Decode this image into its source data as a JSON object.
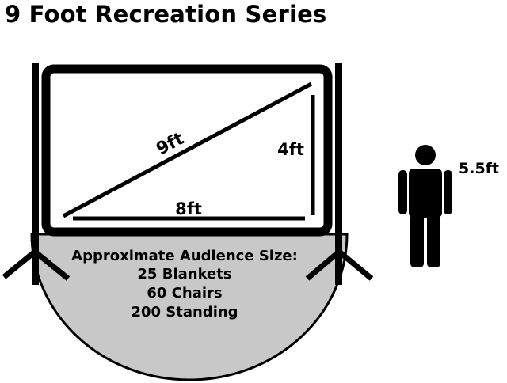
{
  "title": "9 Foot Recreation Series",
  "diagonal_label": "9ft",
  "width_label": "8ft",
  "height_label": "4ft",
  "person_height_label": "5.5ft",
  "audience": {
    "heading": "Approximate Audience Size:",
    "lines": [
      "25 Blankets",
      "60 Chairs",
      "200 Standing"
    ]
  },
  "colors": {
    "outline": "#000000",
    "audience_area": "#c8c8c8",
    "screen": "#ffffff"
  }
}
